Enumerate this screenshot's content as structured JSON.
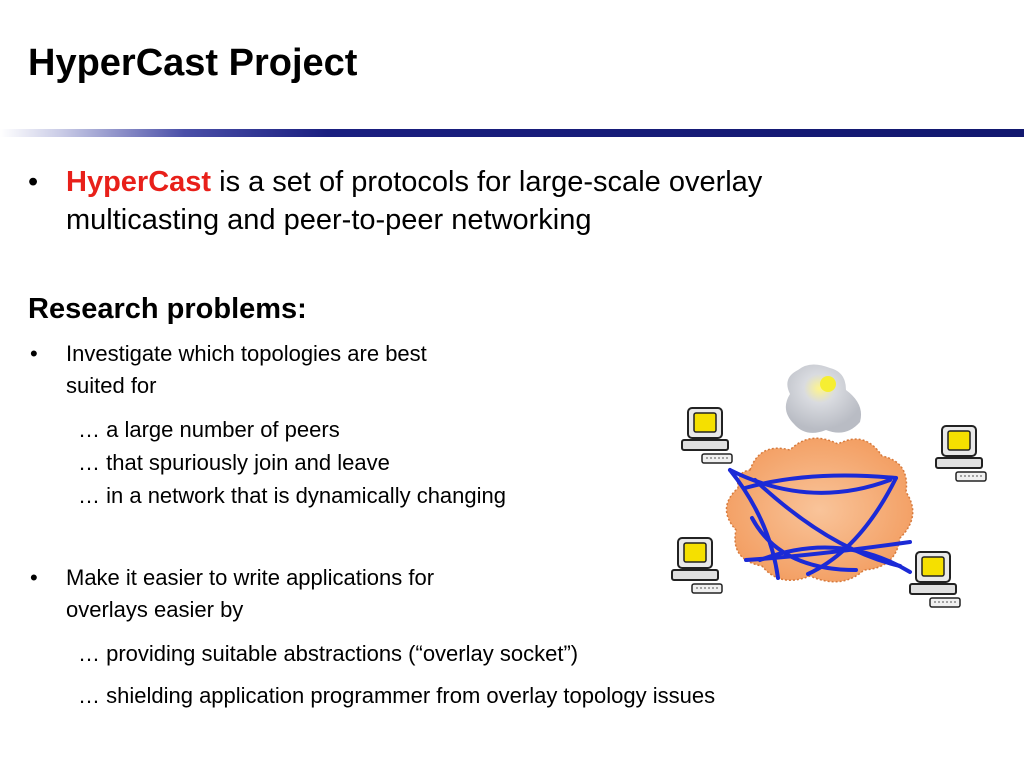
{
  "slide": {
    "title": "HyperCast Project",
    "intro": {
      "bullet": "•",
      "highlight": "HyperCast",
      "line1_rest": " is a set of protocols for large-scale overlay",
      "line2": "multicasting and peer-to-peer networking"
    },
    "research_heading": "Research problems:",
    "problems": [
      {
        "bullet": "•",
        "line1": "Investigate which topologies are best",
        "line2": "suited for",
        "subs": [
          "… a large number  of peers",
          "… that spuriously join and leave",
          "… in a network that is dynamically changing"
        ]
      },
      {
        "bullet": "•",
        "line1": "Make it easier to write applications for",
        "line2": "overlays easier by",
        "subs": [
          "… providing suitable abstractions (“overlay socket”)",
          "… shielding application programmer from overlay topology issues"
        ]
      }
    ]
  },
  "colors": {
    "title_rule": "#12186f",
    "highlight": "#e8201a",
    "cloud_fill": "#f7b07c",
    "overlay_lines": "#1b2ad6",
    "monitor_screen": "#f5e000"
  },
  "figure": {
    "icons": [
      "network-cloud-icon",
      "computer-icon",
      "satellite-cloud-icon"
    ]
  }
}
